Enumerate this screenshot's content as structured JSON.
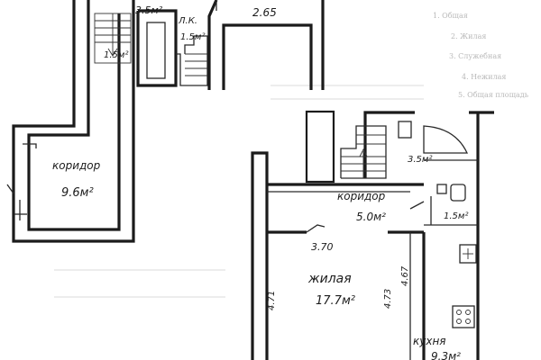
{
  "rooms": [
    {
      "id": "corridor_left",
      "name": "коридор",
      "area": "9.6м²"
    },
    {
      "id": "corridor_right",
      "name": "коридор",
      "area": "5.0м²"
    },
    {
      "id": "living",
      "name": "жилая",
      "area": "17.7м²"
    },
    {
      "id": "kitchen",
      "name": "кухня",
      "area": "9.3м²"
    }
  ],
  "small_labels": {
    "top_area": "3.5м²",
    "bath_area": "1.5м²",
    "stair_left": "1.5м²",
    "room_top_right": "2.65",
    "bath_right_area": "3.5м²",
    "wc_area": "1.5м²",
    "wc_tag": "Л.К."
  },
  "dimensions": {
    "living_width": "3.70",
    "living_left": "4.71",
    "living_right": "4.73",
    "kitchen_left": "4.67"
  },
  "faint_background_text": [
    "1. Общая",
    "2. Жилая",
    "3. Служебная",
    "4. Нежилая",
    "5. Общая площадь"
  ],
  "icons": {
    "stove": "stove-icon",
    "sink": "sink-icon",
    "bathtub": "bathtub-icon",
    "toilet": "toilet-icon",
    "stairs": "stairs-icon"
  }
}
